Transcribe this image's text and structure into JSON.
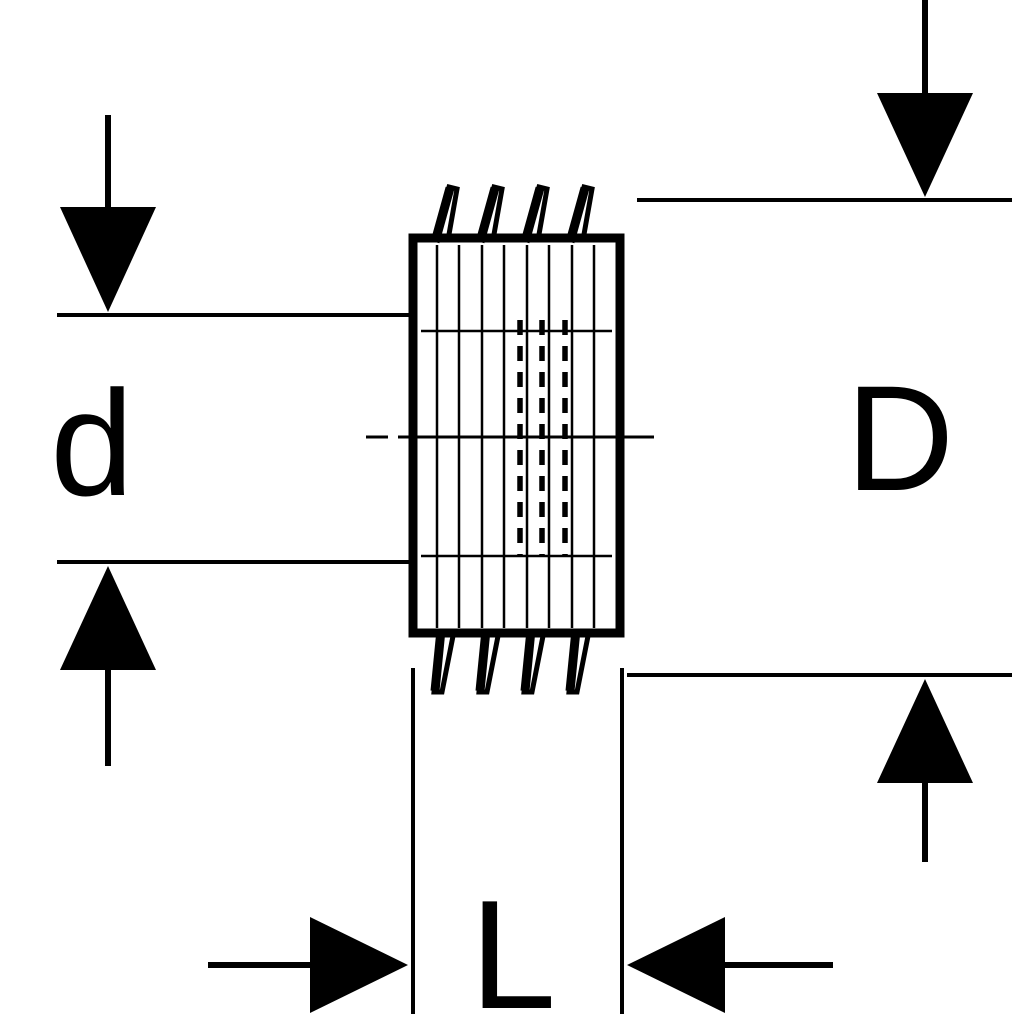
{
  "diagram": {
    "kind": "technical-dimension-drawing",
    "labels": {
      "inner_diameter": "d",
      "outer_diameter": "D",
      "length": "L"
    },
    "colors": {
      "line": "#000000",
      "background": "#ffffff"
    }
  }
}
